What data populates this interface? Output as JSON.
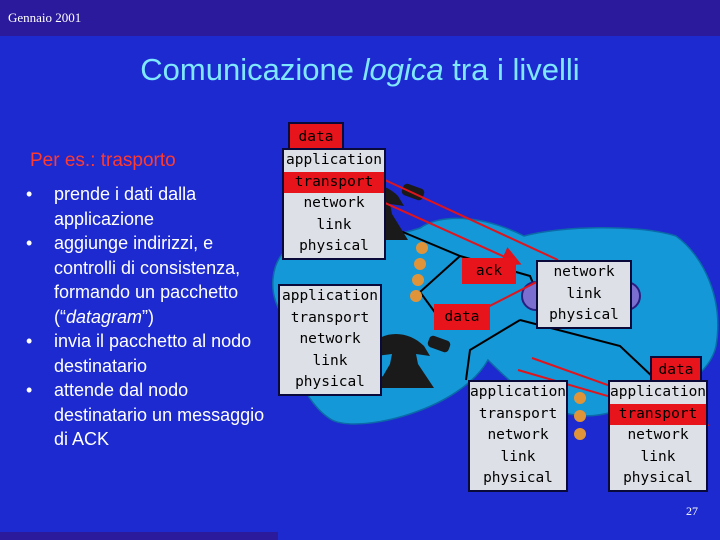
{
  "header": {
    "date": "Gennaio 2001",
    "title_prefix": "Comunicazione ",
    "title_emph": "logica",
    "title_suffix": " tra i livelli"
  },
  "left": {
    "subtitle": "Per es.: trasporto",
    "bullets": [
      {
        "text": "prende i dati dalla applicazione"
      },
      {
        "text_before": "aggiunge indirizzi, e controlli di consistenza, formando un pacchetto (“",
        "emph": "datagram",
        "text_after": "”)"
      },
      {
        "text": "invia il pacchetto al nodo destinatario"
      },
      {
        "text": "attende dal nodo destinatario un messaggio di ACK"
      }
    ]
  },
  "diagram": {
    "stacks": {
      "top_left": [
        "application",
        "transport",
        "network",
        "link",
        "physical"
      ],
      "mid_left": [
        "application",
        "transport",
        "network",
        "link",
        "physical"
      ],
      "router": [
        "network",
        "link",
        "physical"
      ],
      "bottom_mid": [
        "application",
        "transport",
        "network",
        "link",
        "physical"
      ],
      "bottom_right": [
        "application",
        "transport",
        "network",
        "link",
        "physical"
      ]
    },
    "tags": {
      "data_top": "data",
      "ack": "ack",
      "data_mid": "data",
      "data_right": "data"
    },
    "colors": {
      "cloud": "#1498d8",
      "stack_bg": "#dde0e6",
      "highlight": "#e8141c",
      "node": "#e0943a",
      "arrow": "#e0141c"
    }
  },
  "footer": {
    "page_number": "27"
  }
}
